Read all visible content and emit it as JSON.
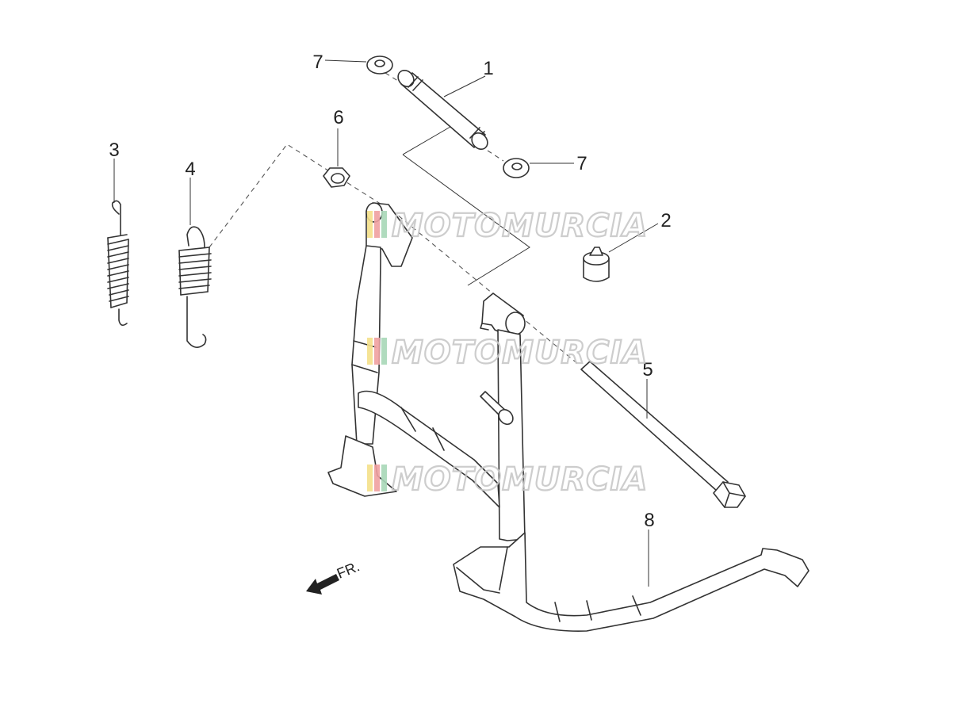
{
  "callouts": [
    "1",
    "2",
    "3",
    "4",
    "5",
    "6",
    "7",
    "7",
    "8"
  ],
  "direction": {
    "label": "FR.",
    "icon": "front-arrow-icon"
  },
  "watermark": {
    "text": "MOTOMURCIA",
    "colors": [
      "#f5e08a",
      "#f0a0a0",
      "#a8d8b8"
    ]
  }
}
